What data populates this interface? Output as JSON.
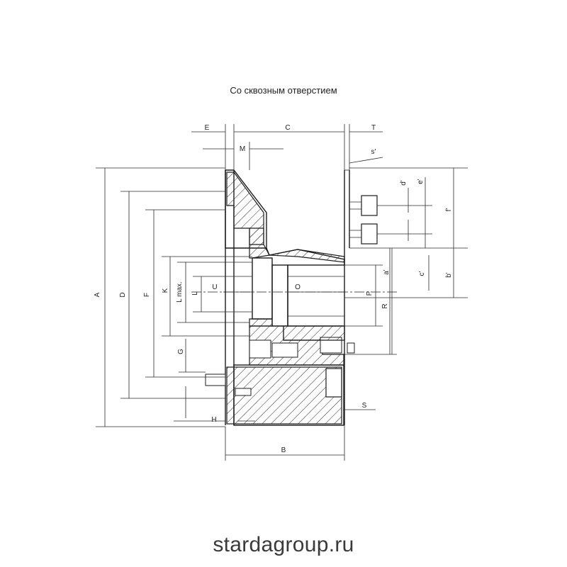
{
  "title": "Со сквозным отверстием",
  "watermark": "stardagroup.ru",
  "colors": {
    "line": "#1c1c1c",
    "background": "#ffffff"
  },
  "dimensions": {
    "A": "A",
    "D": "D",
    "F": "F",
    "K": "K",
    "L_max": "L max.",
    "L": "L",
    "U": "U",
    "O": "O",
    "P": "P",
    "R": "R",
    "G": "G",
    "H": "H",
    "B": "B",
    "S": "S",
    "E": "E",
    "C": "C",
    "T": "T",
    "M": "M",
    "s1": "s'",
    "d1": "d'",
    "e1": "e'",
    "f1": "f'",
    "c1": "c'",
    "b1": "b'",
    "a1": "a'"
  }
}
